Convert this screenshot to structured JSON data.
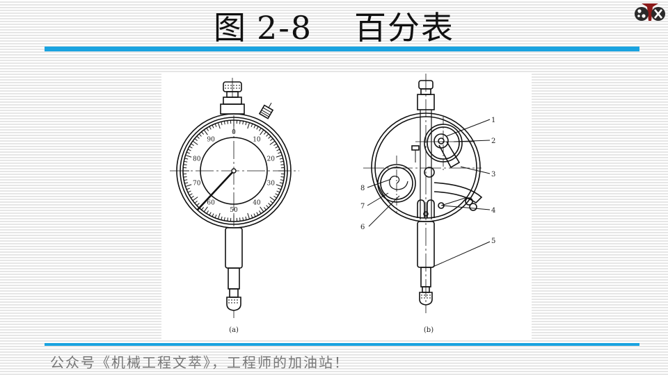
{
  "slide": {
    "title": {
      "prefix": "图",
      "number": "2-8",
      "name": "百分表"
    },
    "colors": {
      "accent_rule": "#19a3e0",
      "logo_dark": "#2a2a2a",
      "logo_red": "#8b1a1a",
      "footer_text": "#777777"
    },
    "logo": {
      "icon": "gear-tool-logo-icon"
    },
    "figure": {
      "panel_a": {
        "caption": "(a)",
        "dial_numbers": [
          "0",
          "10",
          "20",
          "30",
          "40",
          "50",
          "60",
          "70",
          "80",
          "90"
        ]
      },
      "panel_b": {
        "caption": "(b)",
        "callouts": [
          "1",
          "2",
          "3",
          "4",
          "5",
          "6",
          "7",
          "8"
        ]
      }
    },
    "footer": {
      "text": "公众号《机械工程文萃》，工程师的加油站！"
    }
  }
}
